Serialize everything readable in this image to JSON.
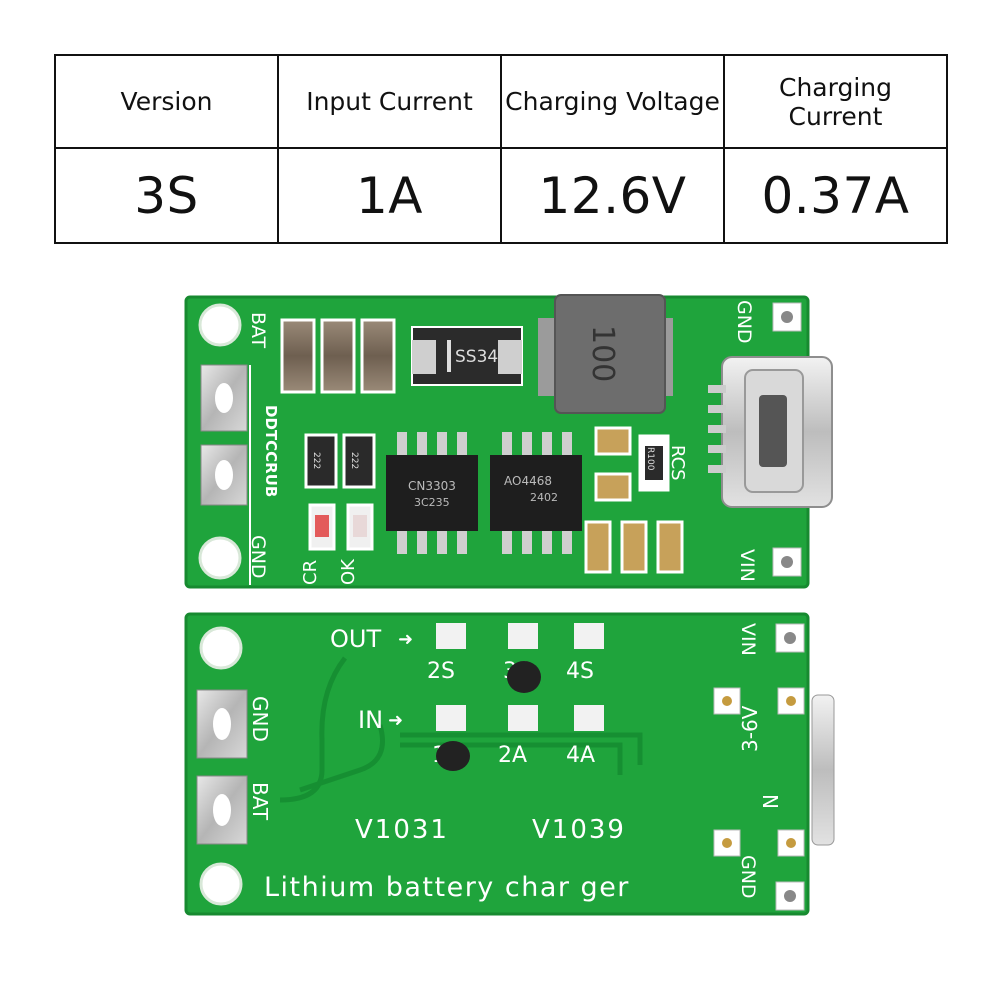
{
  "spec_table": {
    "headers": [
      "Version",
      "Input Current",
      "Charging Voltage",
      "Charging\nCurrent"
    ],
    "values": [
      "3S",
      "1A",
      "12.6V",
      "0.37A"
    ]
  },
  "board_top": {
    "pad_labels": {
      "bat": "BAT",
      "gnd_left": "GND",
      "gnd_right": "GND",
      "vin": "VIN"
    },
    "part_code": "DDTCCRUB",
    "led_labels": {
      "cr": "CR",
      "ok": "OK"
    },
    "sense_label": "RCS",
    "diode": "SS34",
    "inductor": "100",
    "resistor_main": "R100",
    "resistor_a": "222",
    "resistor_b": "222",
    "ic1_line1": "CN3303",
    "ic1_line2": "3C235",
    "ic2_line1": "AO4468",
    "ic2_line2": "2402"
  },
  "board_bottom": {
    "out_label": "OUT",
    "in_label": "IN",
    "out_options": [
      "2S",
      "3S",
      "4S"
    ],
    "in_options": [
      "1A",
      "2A",
      "4A"
    ],
    "pad_labels": {
      "gnd_left": "GND",
      "bat": "BAT",
      "vin": "VIN",
      "gnd_right": "GND"
    },
    "input_range": "3-6V",
    "n_label": "N",
    "versions": [
      "V1031",
      "V1039"
    ],
    "footer": "Lithium battery char ger"
  },
  "colors": {
    "pcb_green": "#1fa43c",
    "pcb_edge": "#178a30",
    "silkscreen": "#ffffff",
    "pad_silver": "#c9c9c9"
  }
}
